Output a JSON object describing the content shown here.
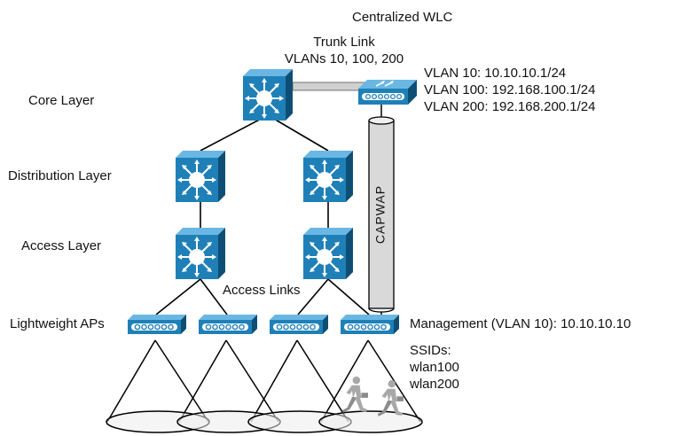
{
  "colors": {
    "device_body": "#1f80b8",
    "device_dark": "#0f4e74",
    "device_light": "#6ab7e3",
    "trunk_fill": "#d0d0d0",
    "tunnel_fill": "#d9d9d9",
    "coverage_fill": "#ececec",
    "person_fill": "#a8a8a8"
  },
  "labels": {
    "wlc_title": "Centralized WLC",
    "trunk_line1": "Trunk Link",
    "trunk_line2": "VLANs 10, 100, 200",
    "vlan10": "VLAN 10: 10.10.10.1/24",
    "vlan100": "VLAN 100: 192.168.100.1/24",
    "vlan200": "VLAN 200: 192.168.200.1/24",
    "core": "Core Layer",
    "distribution": "Distribution Layer",
    "access": "Access Layer",
    "access_links": "Access Links",
    "lightweight_aps": "Lightweight APs",
    "management": "Management (VLAN 10): 10.10.10.10",
    "ssids": "SSIDs:",
    "ssid1": "wlan100",
    "ssid2": "wlan200",
    "capwap": "CAPWAP"
  },
  "icons": {
    "core_switch": "multilayer-switch-icon",
    "distribution_switch": "multilayer-switch-icon",
    "access_switch": "multilayer-switch-icon",
    "wlc": "wireless-lan-controller-icon",
    "access_point": "lightweight-access-point-icon",
    "user": "walking-person-icon"
  }
}
